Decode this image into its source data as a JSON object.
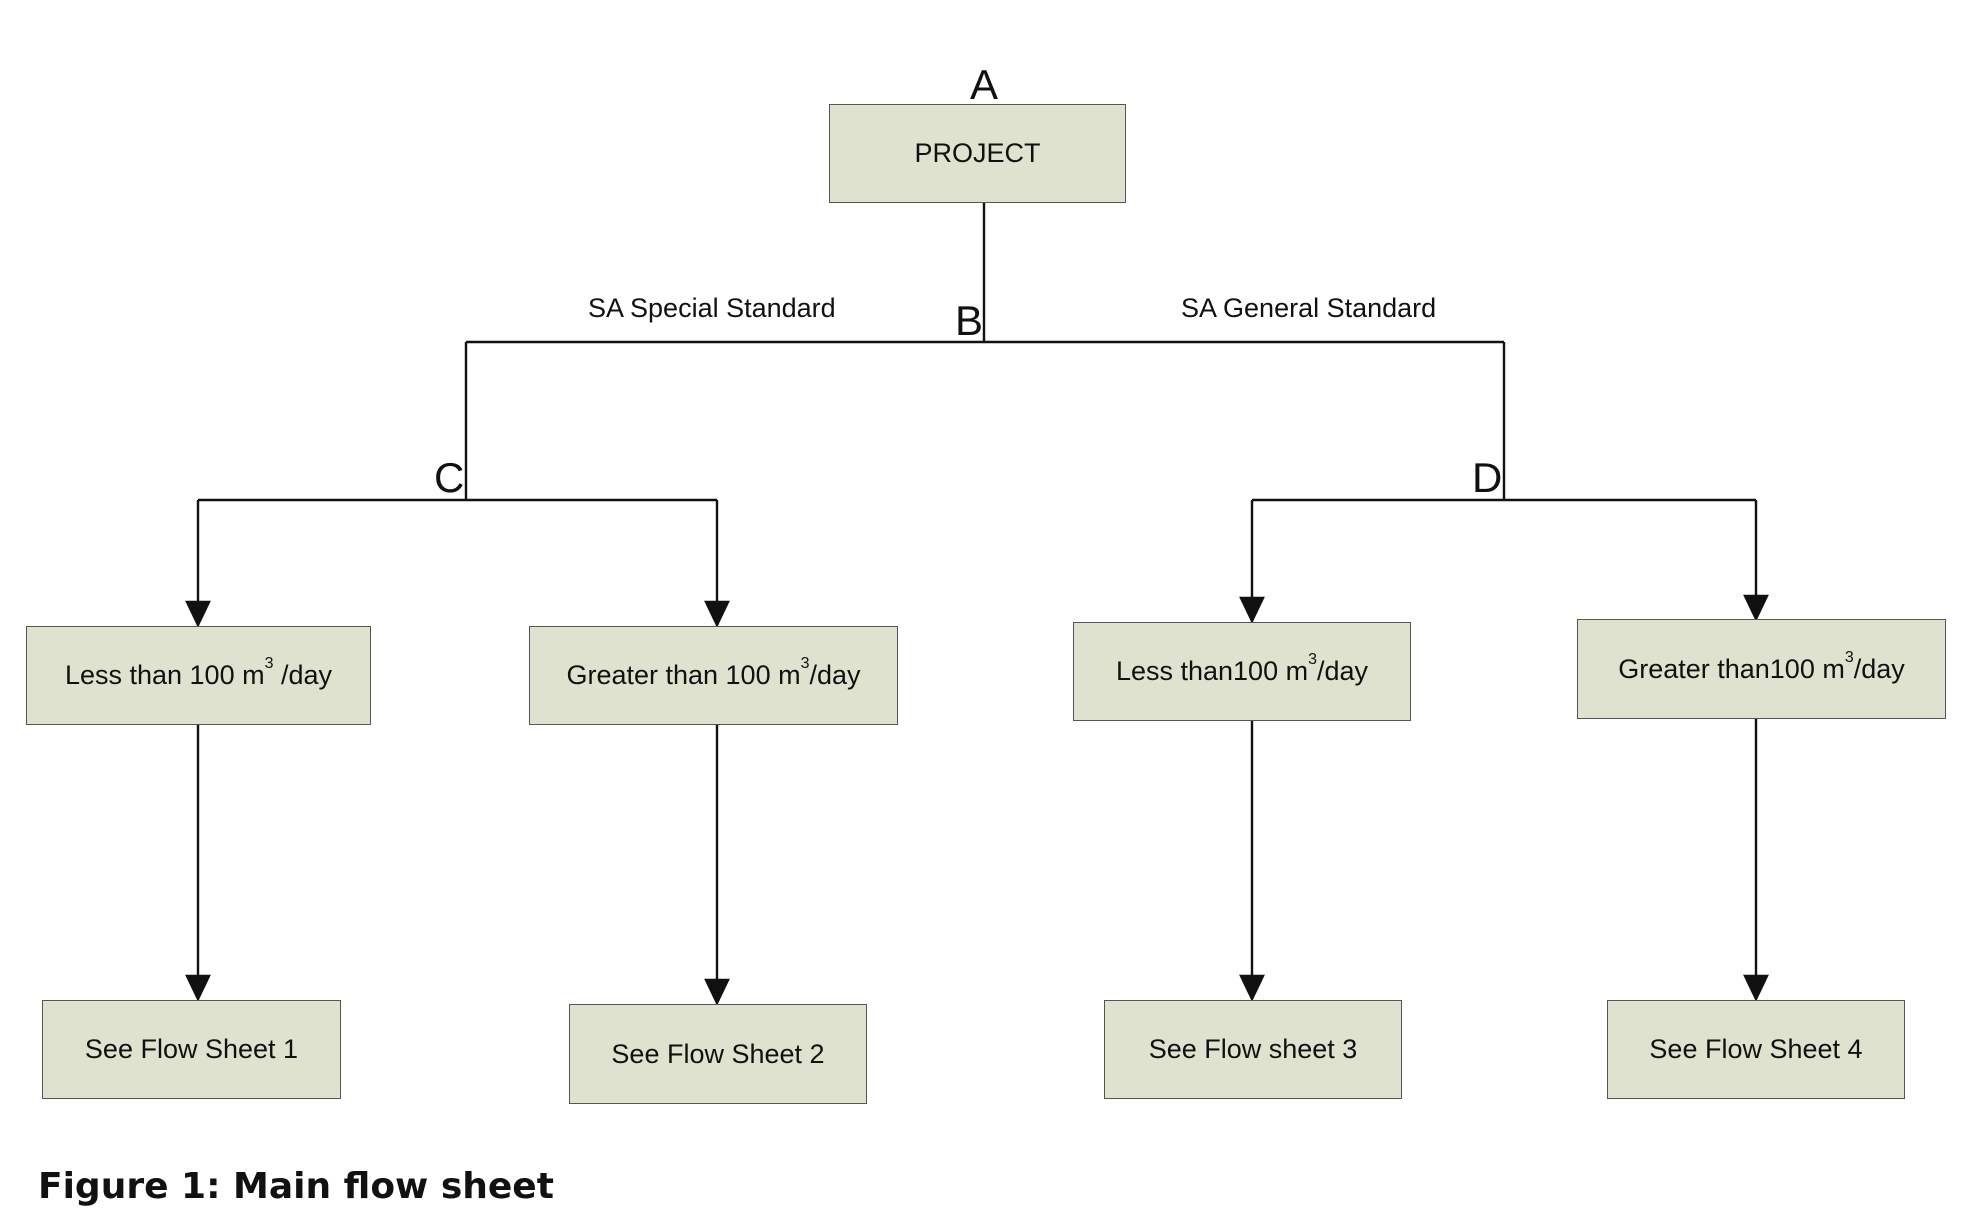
{
  "diagram": {
    "nodes": {
      "project": {
        "label": "PROJECT"
      },
      "c_left": {
        "prefix": "Less than 100 m",
        "sup": "3",
        "suffix": " /day"
      },
      "c_right": {
        "prefix": "Greater than 100 m",
        "sup": "3",
        "suffix": "/day"
      },
      "d_left": {
        "prefix": "Less than100 m",
        "sup": "3",
        "suffix": "/day"
      },
      "d_right": {
        "prefix": "Greater than100 m",
        "sup": "3",
        "suffix": "/day"
      },
      "sheet1": {
        "label": "See Flow Sheet 1"
      },
      "sheet2": {
        "label": "See Flow Sheet 2"
      },
      "sheet3": {
        "label": "See Flow sheet 3"
      },
      "sheet4": {
        "label": "See Flow Sheet 4"
      }
    },
    "letters": {
      "a": "A",
      "b": "B",
      "c": "C",
      "d": "D"
    },
    "branch_labels": {
      "special": "SA Special Standard",
      "general": "SA General Standard"
    },
    "edges": [
      {
        "from": "project",
        "to": "b",
        "arrow": false
      },
      {
        "from": "b",
        "to": "c",
        "label": "special",
        "arrow": false
      },
      {
        "from": "b",
        "to": "d",
        "label": "general",
        "arrow": false
      },
      {
        "from": "c",
        "to": "c_left",
        "arrow": true
      },
      {
        "from": "c",
        "to": "c_right",
        "arrow": true
      },
      {
        "from": "d",
        "to": "d_left",
        "arrow": true
      },
      {
        "from": "d",
        "to": "d_right",
        "arrow": true
      },
      {
        "from": "c_left",
        "to": "sheet1",
        "arrow": true
      },
      {
        "from": "c_right",
        "to": "sheet2",
        "arrow": true
      },
      {
        "from": "d_left",
        "to": "sheet3",
        "arrow": true
      },
      {
        "from": "d_right",
        "to": "sheet4",
        "arrow": true
      }
    ],
    "colors": {
      "box_fill": "#dfe2cf",
      "box_border": "#555555",
      "line": "#111111"
    }
  },
  "caption": "Figure 1: Main flow sheet"
}
